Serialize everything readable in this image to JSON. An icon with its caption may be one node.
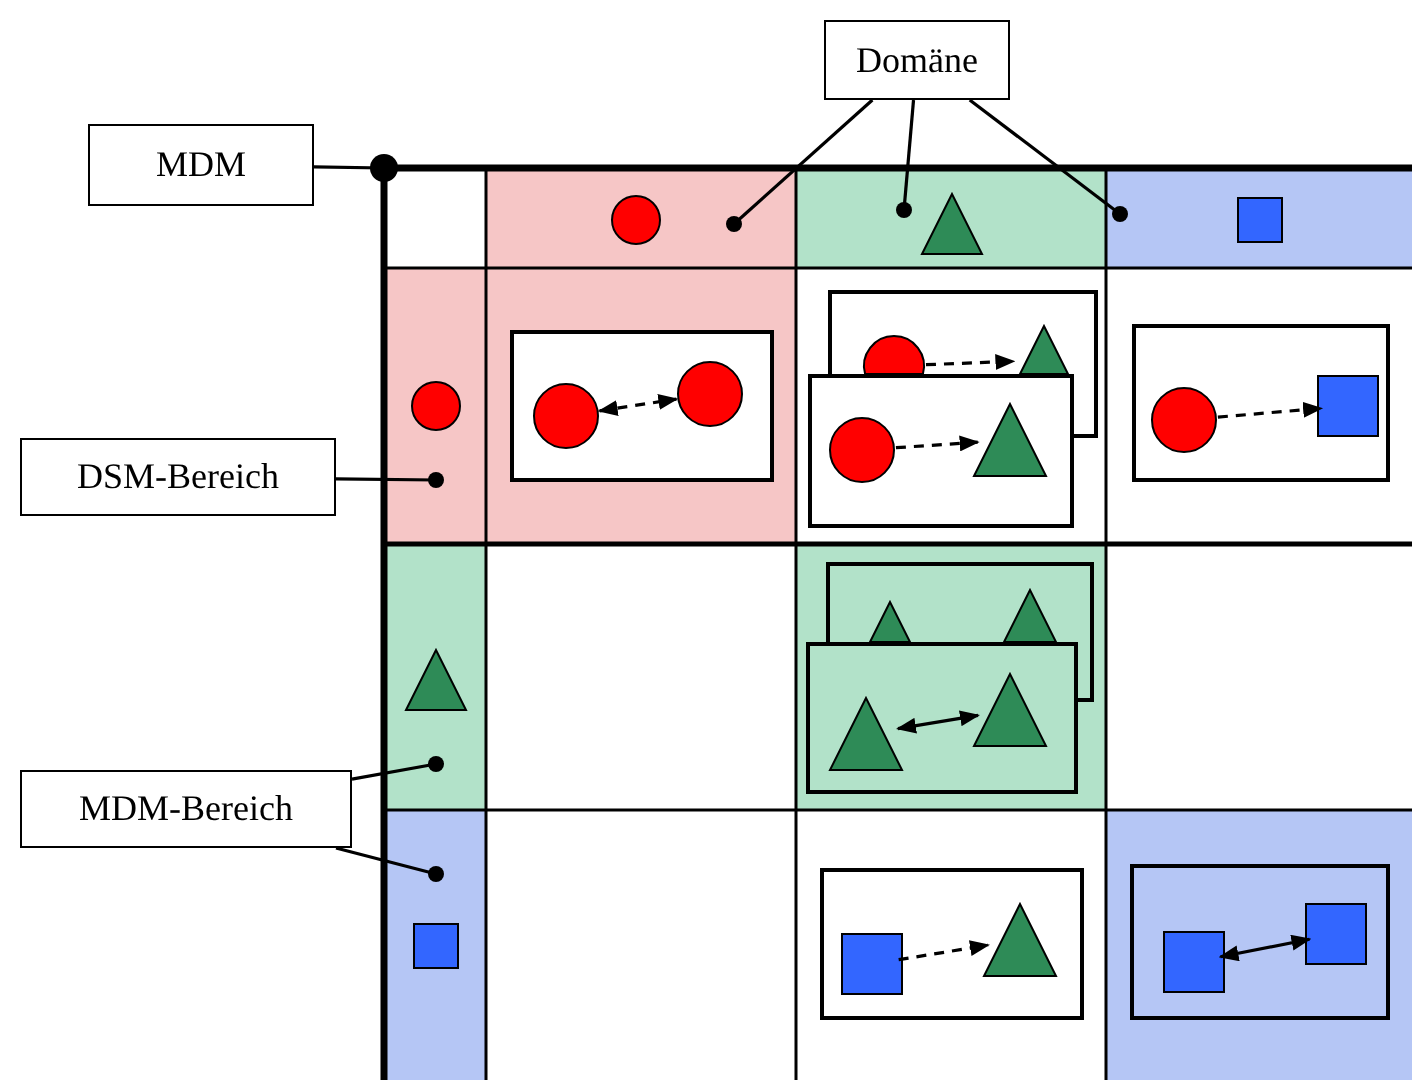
{
  "diagram": {
    "nodes": [
      {
        "text": [
          "MDM"
        ]
      },
      {
        "text": [
          "Domäne"
        ]
      },
      {
        "text": [
          "DSM-Bereich"
        ]
      },
      {
        "text": [
          "MDM-Bereich"
        ]
      },
      {
        "text": [],
        "shape": "box"
      },
      {
        "text": [],
        "shape": "box",
        "in": 4
      },
      {
        "text": [],
        "shape": "box",
        "in": 4
      },
      {
        "text": [],
        "shape": "box",
        "in": 4
      },
      {
        "text": [],
        "shape": "box",
        "in": 4
      },
      {
        "text": [],
        "shape": "box",
        "in": 4
      },
      {
        "text": [],
        "shape": "box",
        "in": 4
      },
      {
        "text": [],
        "shape": "circle",
        "in": 5
      },
      {
        "text": [],
        "shape": "triangle",
        "in": 6
      },
      {
        "text": [],
        "shape": "square",
        "in": 7
      },
      {
        "text": [],
        "shape": "circle",
        "in": 8
      },
      {
        "text": [],
        "shape": "triangle",
        "in": 9
      },
      {
        "text": [],
        "shape": "square",
        "in": 10
      },
      {
        "text": [],
        "shape": "box",
        "in": 4
      },
      {
        "text": [],
        "shape": "box",
        "in": 17
      },
      {
        "text": [],
        "shape": "circle",
        "in": 18
      },
      {
        "text": [],
        "shape": "circle",
        "in": 18
      },
      {
        "text": [],
        "shape": "box",
        "in": 4
      },
      {
        "text": [],
        "shape": "circle",
        "in": 21
      },
      {
        "text": [],
        "shape": "triangle",
        "in": 21
      },
      {
        "text": [],
        "shape": "box",
        "in": 4
      },
      {
        "text": [],
        "shape": "circle",
        "in": 24
      },
      {
        "text": [],
        "shape": "triangle",
        "in": 24
      },
      {
        "text": [],
        "shape": "box",
        "in": 4
      },
      {
        "text": [],
        "shape": "circle",
        "in": 27
      },
      {
        "text": [],
        "shape": "square",
        "in": 27
      },
      {
        "text": [],
        "shape": "box",
        "in": 4
      },
      {
        "text": [],
        "shape": "box",
        "in": 30
      },
      {
        "text": [],
        "shape": "triangle",
        "in": 31
      },
      {
        "text": [],
        "shape": "triangle",
        "in": 31
      },
      {
        "text": [],
        "shape": "box",
        "in": 30
      },
      {
        "text": [],
        "shape": "triangle",
        "in": 34
      },
      {
        "text": [],
        "shape": "triangle",
        "in": 34
      },
      {
        "text": [],
        "shape": "box",
        "in": 4
      },
      {
        "text": [],
        "shape": "square",
        "in": 37
      },
      {
        "text": [],
        "shape": "triangle",
        "in": 37
      },
      {
        "text": [],
        "shape": "box",
        "in": 4
      },
      {
        "text": [],
        "shape": "box",
        "in": 40
      },
      {
        "text": [],
        "shape": "square",
        "in": 41
      },
      {
        "text": [],
        "shape": "square",
        "in": 41
      }
    ],
    "edges": [
      {
        "from": 0,
        "to": 4,
        "arrow": "other"
      },
      {
        "from": 1,
        "to": 5,
        "arrow": "other"
      },
      {
        "from": 1,
        "to": 6,
        "arrow": "other"
      },
      {
        "from": 1,
        "to": 7,
        "arrow": "other"
      },
      {
        "from": 2,
        "to": 8,
        "arrow": "other"
      },
      {
        "from": 3,
        "to": 9,
        "arrow": "other"
      },
      {
        "from": 3,
        "to": 10,
        "arrow": "other"
      },
      {
        "from": 19,
        "to": 20,
        "arrow": "both",
        "style": "dashed"
      },
      {
        "from": 22,
        "to": 23,
        "arrow": "to",
        "style": "dashed"
      },
      {
        "from": 25,
        "to": 26,
        "arrow": "to",
        "style": "dashed"
      },
      {
        "from": 28,
        "to": 29,
        "arrow": "to",
        "style": "dashed"
      },
      {
        "from": 35,
        "to": 36,
        "arrow": "both"
      },
      {
        "from": 38,
        "to": 39,
        "arrow": "to",
        "style": "dashed"
      },
      {
        "from": 42,
        "to": 43,
        "arrow": "both"
      }
    ]
  }
}
